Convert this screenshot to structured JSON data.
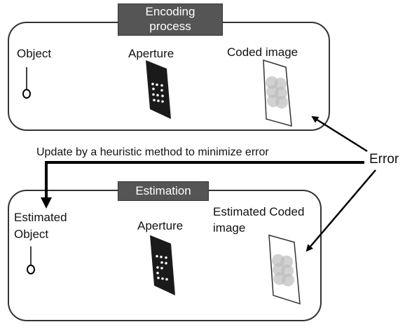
{
  "encoding": {
    "title_line1": "Encoding",
    "title_line2": "process",
    "object_label": "Object",
    "aperture_label": "Aperture",
    "coded_image_label": "Coded image"
  },
  "estimation": {
    "title": "Estimation",
    "object_line1": "Estimated",
    "object_line2": "Object",
    "aperture_label": "Aperture",
    "coded_line1": "Estimated Coded",
    "coded_line2": "image"
  },
  "update_text": "Update by a heuristic method to minimize error",
  "error_label": "Error",
  "colors": {
    "banner": "#555555",
    "box_border": "#333333",
    "arrow": "#000000",
    "aperture": "#1a1a1a",
    "blur": "#bdbdbd"
  }
}
